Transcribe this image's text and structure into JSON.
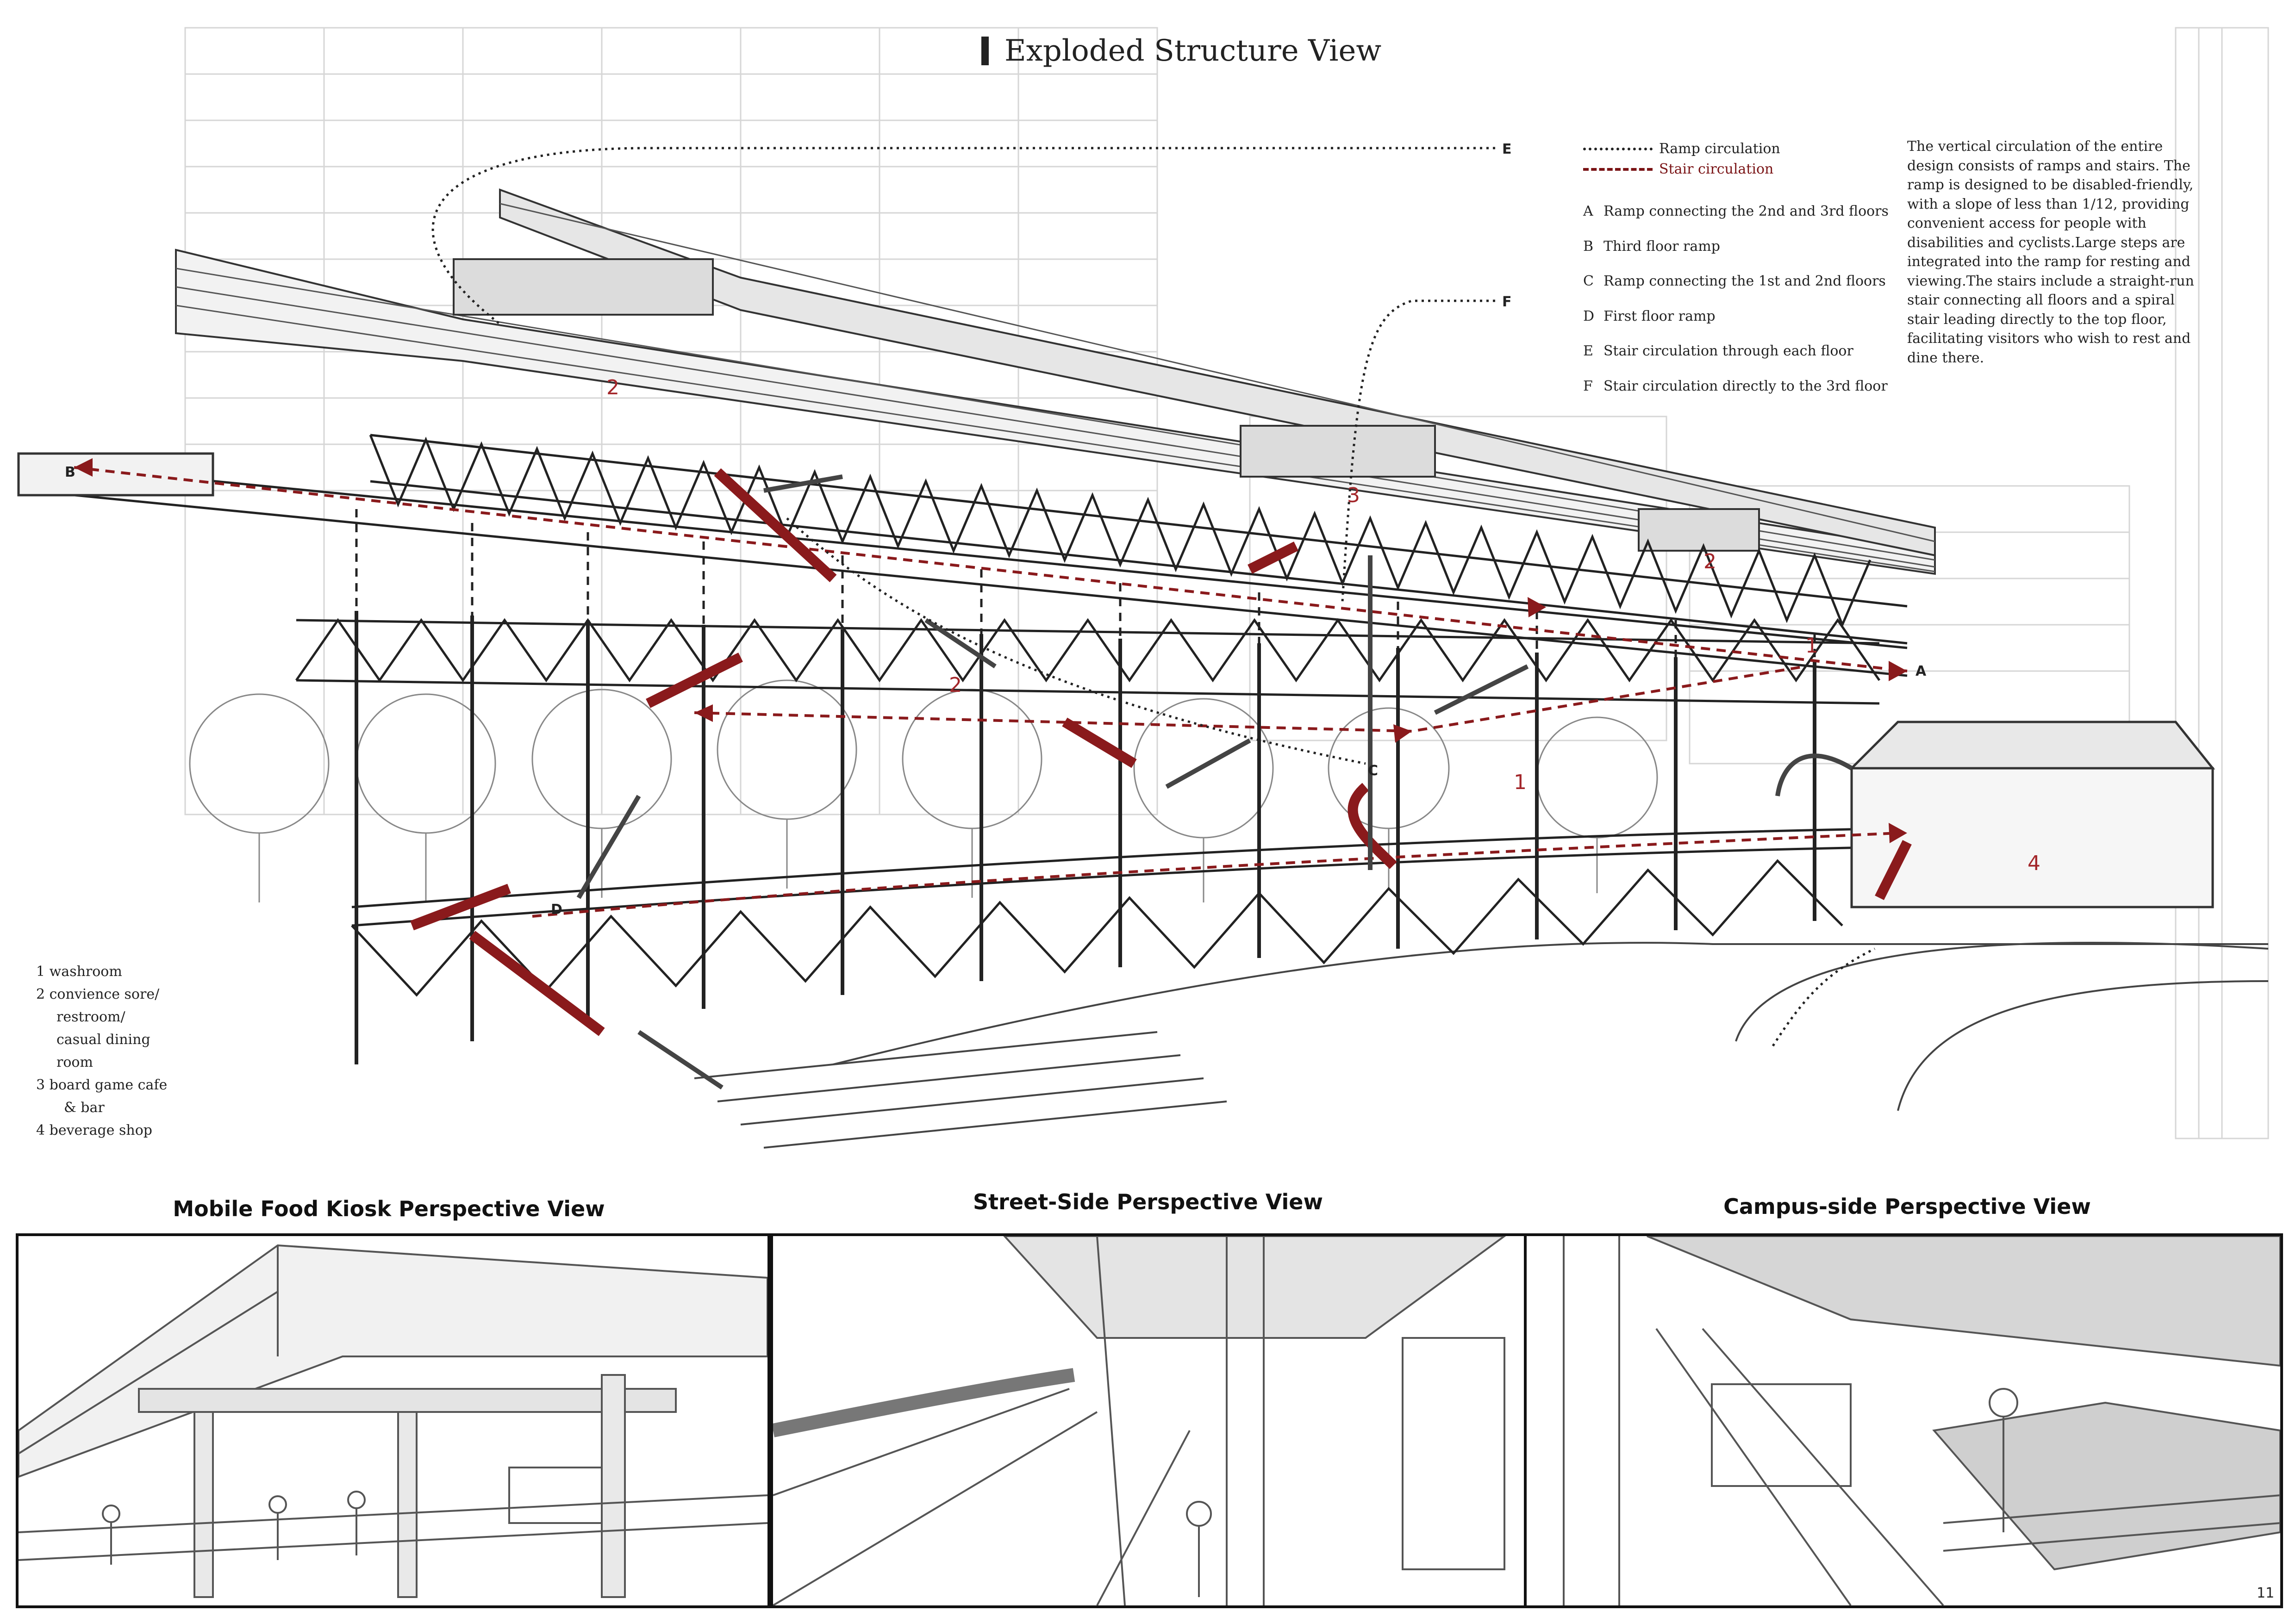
{
  "title": "Exploded Structure View",
  "legend": {
    "ramp_label": "Ramp circulation",
    "stair_label": "Stair circulation",
    "items": [
      {
        "key": "A",
        "text": "Ramp connecting the 2nd and 3rd floors"
      },
      {
        "key": "B",
        "text": "Third floor ramp"
      },
      {
        "key": "C",
        "text": "Ramp connecting the 1st and 2nd floors"
      },
      {
        "key": "D",
        "text": "First floor ramp"
      },
      {
        "key": "E",
        "text": "Stair circulation through each floor"
      },
      {
        "key": "F",
        "text": "Stair circulation directly to the 3rd floor"
      }
    ]
  },
  "description": "The vertical circulation of the entire design consists of ramps and stairs. The ramp is designed to be disabled-friendly, with a slope of less than 1/12, providing convenient access for people with disabilities and cyclists.Large steps are integrated into the ramp for resting and viewing.The stairs include a straight-run stair connecting all floors and a spiral stair leading directly to the top floor, facilitating visitors who wish to rest and dine there.",
  "program_list": [
    "1 washroom",
    "2 convience sore/",
    "restroom/",
    "casual dining",
    "room",
    "3 board game cafe",
    "& bar",
    "4 beverage shop"
  ],
  "diagram_labels": {
    "pointer_a": "A",
    "pointer_b": "B",
    "pointer_c": "C",
    "pointer_d": "D",
    "pointer_e": "E",
    "pointer_f": "F",
    "zone_2_roof": "2",
    "zone_3": "3",
    "zone_2_right": "2",
    "zone_1_upper": "1",
    "zone_2_middle": "2",
    "zone_1_lower": "1",
    "zone_4": "4"
  },
  "panels": [
    {
      "title": "Mobile Food Kiosk Perspective View"
    },
    {
      "title": "Street-Side Perspective View"
    },
    {
      "title": "Campus-side Perspective View"
    }
  ],
  "page_number": "11",
  "colors": {
    "accent_red": "#8a1a1c",
    "line": "#222222"
  }
}
